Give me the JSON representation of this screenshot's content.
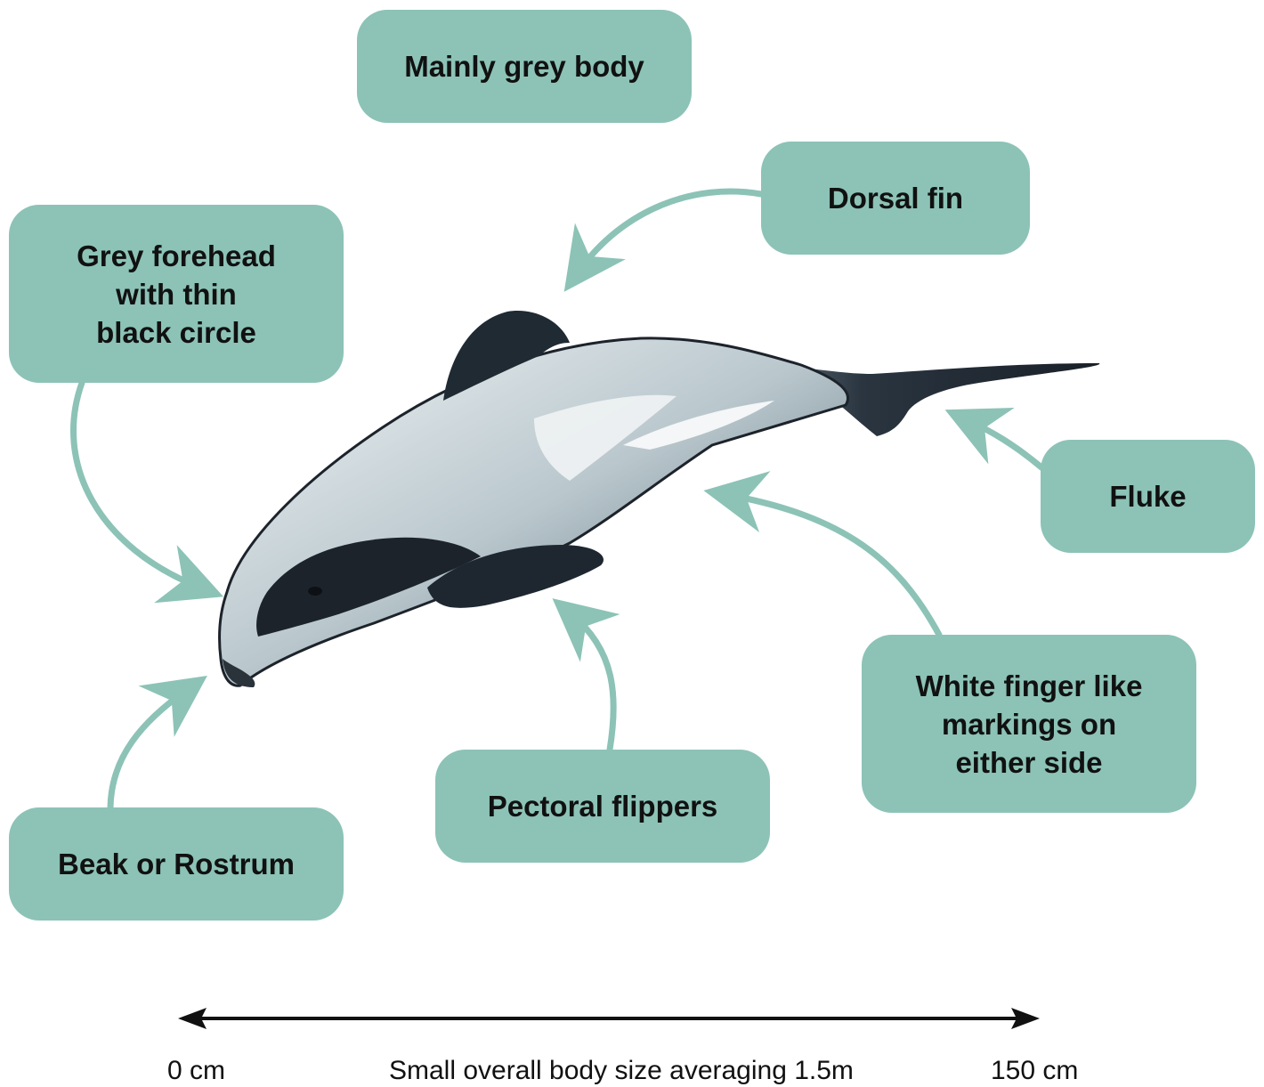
{
  "labels": {
    "body": "Mainly grey body",
    "dorsal": "Dorsal fin",
    "forehead": "Grey forehead\nwith thin\nblack circle",
    "fluke": "Fluke",
    "finger": "White finger like\nmarkings on\neither side",
    "pectoral": "Pectoral flippers",
    "beak": "Beak or Rostrum"
  },
  "scale": {
    "start": "0 cm",
    "caption": "Small overall body size averaging 1.5m",
    "end": "150 cm"
  },
  "colors": {
    "label_fill": "#8cc3b6",
    "arrow": "#8cc3b6",
    "scale_line": "#111111"
  }
}
